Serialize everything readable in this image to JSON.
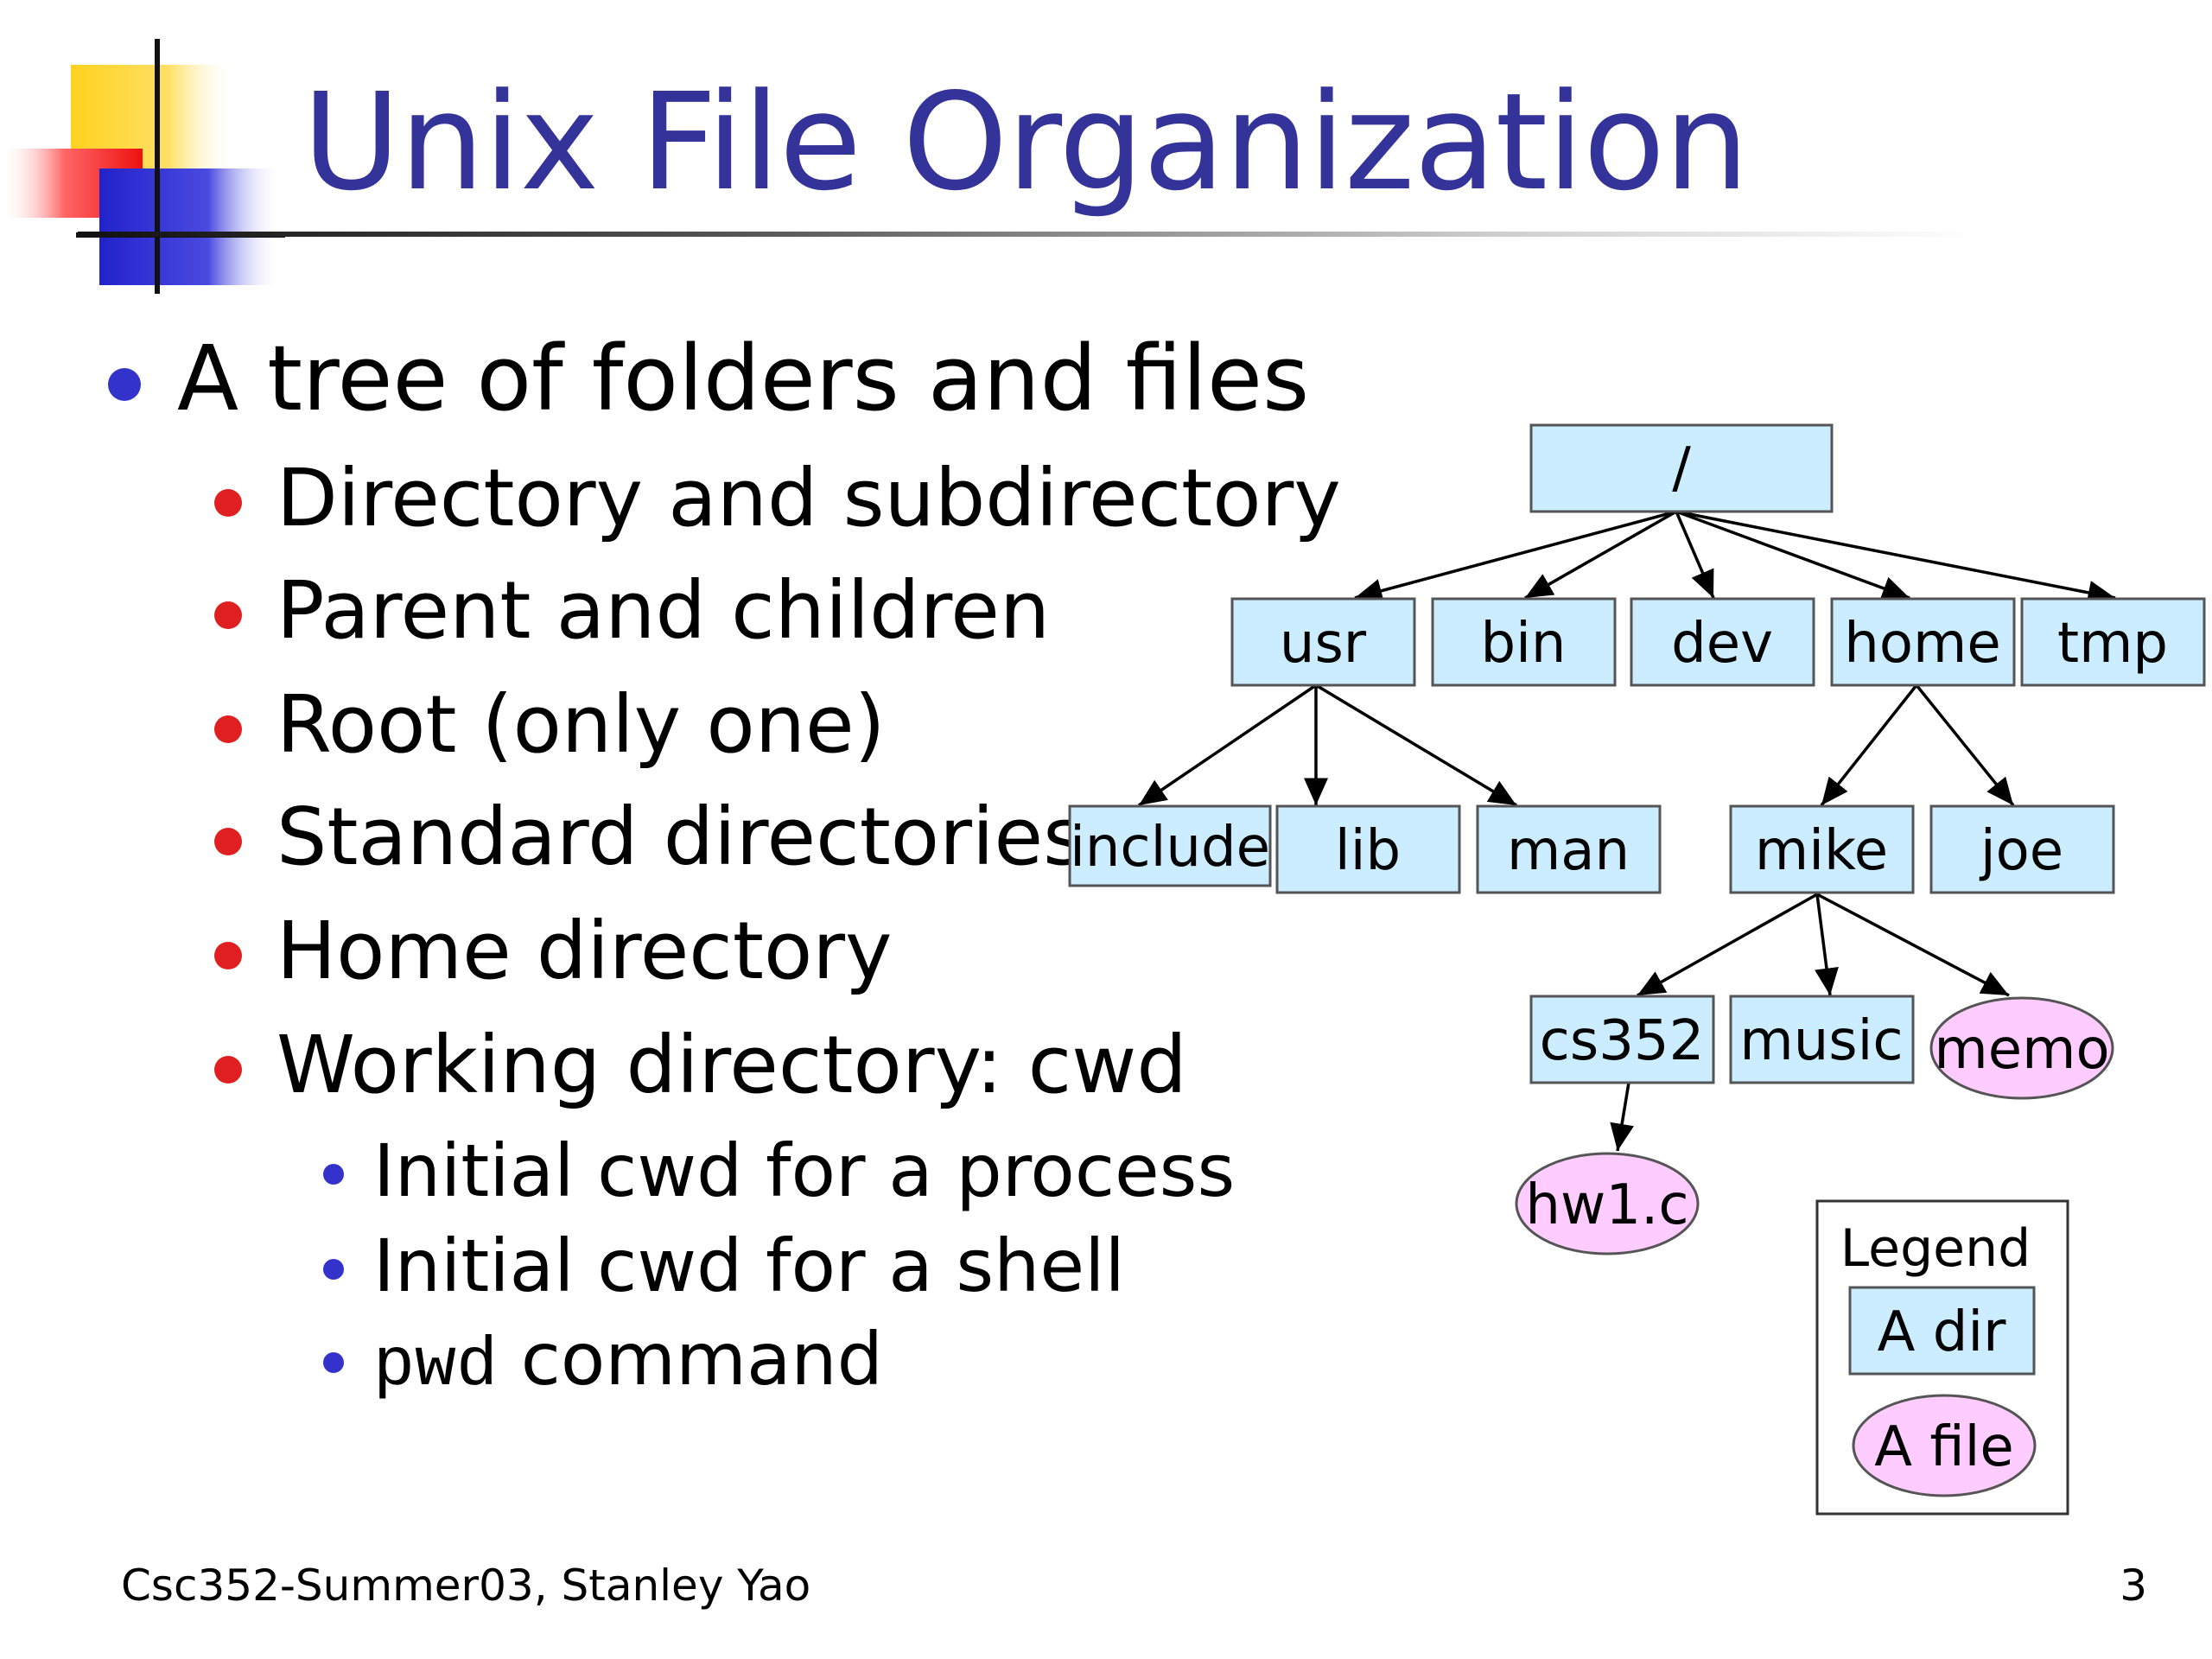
{
  "slide": {
    "title": "Unix File Organization",
    "bullets": {
      "main": "A tree of folders and files",
      "sub": [
        "Directory and subdirectory",
        "Parent and children",
        "Root (only one)",
        "Standard directories",
        "Home directory",
        "Working directory: cwd"
      ],
      "subsub": [
        "Initial cwd for a process",
        "Initial cwd for a shell"
      ],
      "pwd_code": "pwd",
      "pwd_text": " command"
    },
    "tree": {
      "root": "/",
      "level1": [
        "usr",
        "bin",
        "dev",
        "home",
        "tmp"
      ],
      "usr_children": [
        "include",
        "lib",
        "man"
      ],
      "home_children": [
        "mike",
        "joe"
      ],
      "mike_children": [
        "cs352",
        "music",
        "memo"
      ],
      "cs352_children": [
        "hw1.c"
      ]
    },
    "legend": {
      "title": "Legend",
      "dir_label": "A dir",
      "file_label": "A file"
    },
    "footer": "Csc352-Summer03, Stanley Yao",
    "page_number": "3"
  },
  "colors": {
    "title": "#333399",
    "dir_fill": "#CCECFF",
    "file_fill": "#FFCCFF",
    "main_bullet": "#3333CC",
    "sub_bullet": "#E02020",
    "subsub_bullet": "#3333CC"
  }
}
